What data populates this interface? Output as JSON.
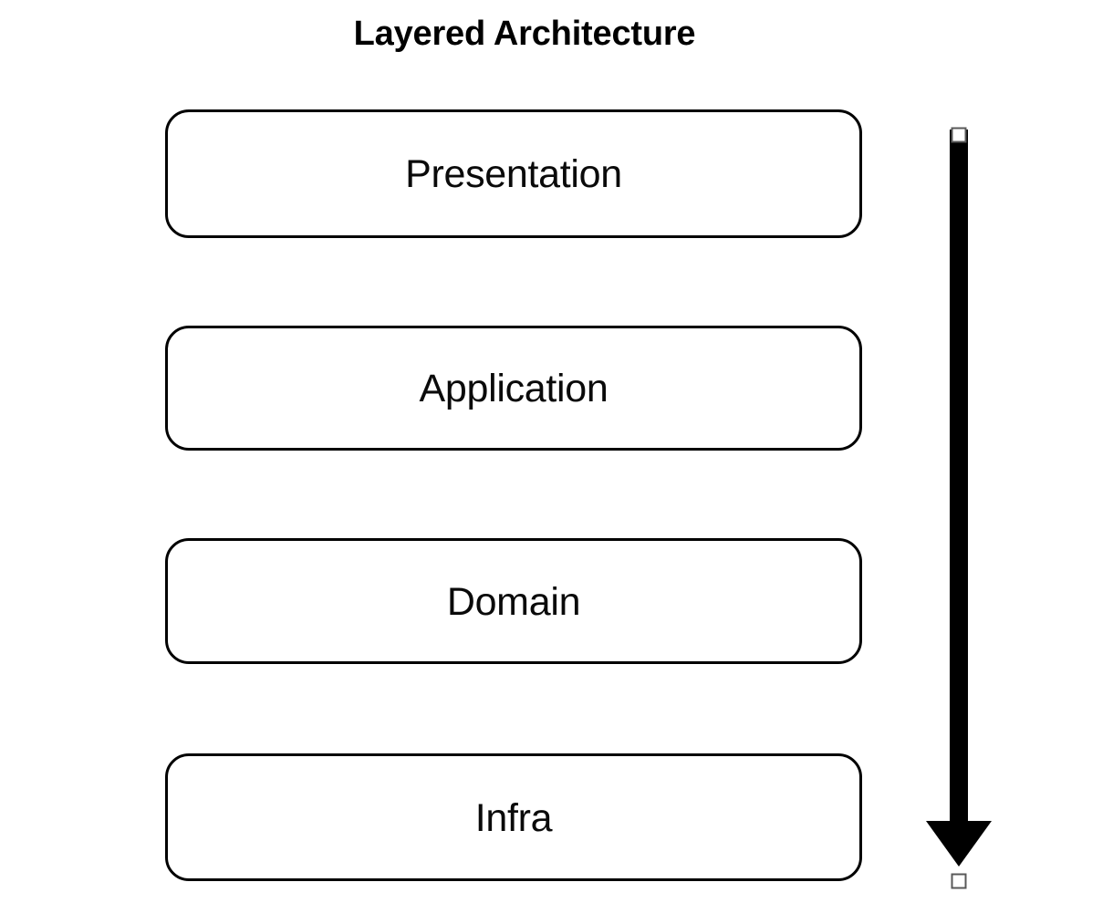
{
  "diagram": {
    "title": "Layered Architecture",
    "background_color": "#ffffff",
    "stroke_color": "#000000",
    "text_color": "#0a0a0a",
    "layers": [
      {
        "label": "Presentation",
        "order": 1
      },
      {
        "label": "Application",
        "order": 2
      },
      {
        "label": "Domain",
        "order": 3
      },
      {
        "label": "Infra",
        "order": 4
      }
    ],
    "arrow": {
      "name": "downward-dependency-arrow",
      "direction": "down",
      "color": "#000000",
      "selected": true,
      "handles": [
        "top-resize-handle",
        "bottom-resize-handle"
      ],
      "handle_fill": "#ffffff",
      "handle_stroke": "#595959"
    }
  }
}
